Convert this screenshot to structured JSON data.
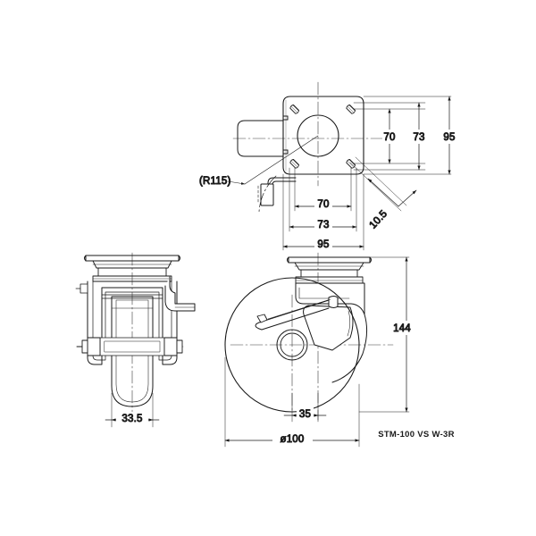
{
  "drawing": {
    "part_number": "STM-100 VS W-3R",
    "background_color": "#ffffff",
    "line_color": "#1a1a1a",
    "views": {
      "top": {
        "name": "top-plate-view",
        "dimensions": {
          "bolt_spacing_horizontal": "70",
          "slot_spacing_horizontal": "73",
          "plate_width": "95",
          "bolt_spacing_vertical": "70",
          "slot_spacing_vertical": "73",
          "plate_depth": "95",
          "slot_length": "10.5",
          "swivel_radius_note": "(R115)"
        }
      },
      "front": {
        "name": "front-elevation-view",
        "dimensions": {
          "wheel_width": "33.5"
        }
      },
      "side": {
        "name": "side-elevation-view",
        "dimensions": {
          "overall_height": "144",
          "swivel_offset": "35",
          "wheel_diameter": "ø100"
        }
      }
    }
  }
}
